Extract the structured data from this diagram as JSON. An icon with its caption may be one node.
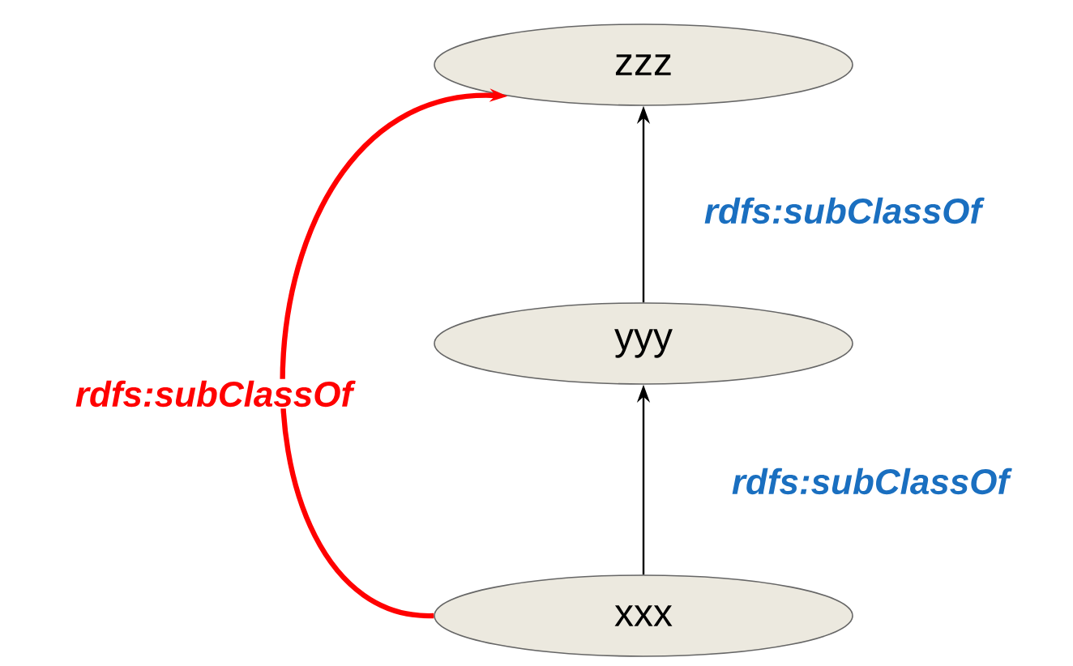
{
  "diagram": {
    "nodes": [
      {
        "text": [
          "zzz"
        ]
      },
      {
        "text": [
          "yyy"
        ]
      },
      {
        "text": [
          "xxx"
        ]
      }
    ],
    "edges": [
      {
        "from": 1,
        "to": 0,
        "arrow": "to",
        "label": "rdfs:subClassOf"
      },
      {
        "from": 2,
        "to": 1,
        "arrow": "to",
        "label": "rdfs:subClassOf"
      },
      {
        "from": 2,
        "to": 0,
        "arrow": "to",
        "label": "rdfs:subClassOf",
        "style": "thick",
        "color": "#ff0000"
      }
    ]
  }
}
